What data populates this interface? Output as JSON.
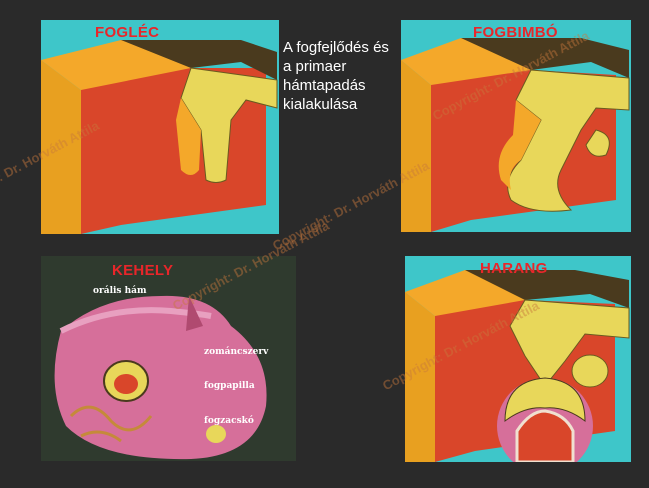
{
  "slide": {
    "caption_lines": [
      "A fogfejlődés és",
      "a primaer",
      "hámtapadás",
      "kialakulása"
    ],
    "watermark": "Copyright: Dr. Horváth Attila"
  },
  "panels": {
    "foglec": {
      "title": "FOGLÉC"
    },
    "fogbimbo": {
      "title": "FOGBIMBÓ"
    },
    "kehely": {
      "title": "KEHELY",
      "labels": [
        "orális hám",
        "zománcszerv",
        "fogpapilla",
        "fogzacskó"
      ]
    },
    "harang": {
      "title": "HARANG"
    }
  },
  "colors": {
    "panel_bg": "#3ec6c9",
    "block_red": "#d9462a",
    "block_orange": "#f4a82a",
    "cap_dark": "#4a3a1e",
    "epithelium": "#e8d75a",
    "title_red": "#e8262a",
    "histo_bg": "#2f3a2e",
    "histo_pink": "#d66f9a"
  }
}
